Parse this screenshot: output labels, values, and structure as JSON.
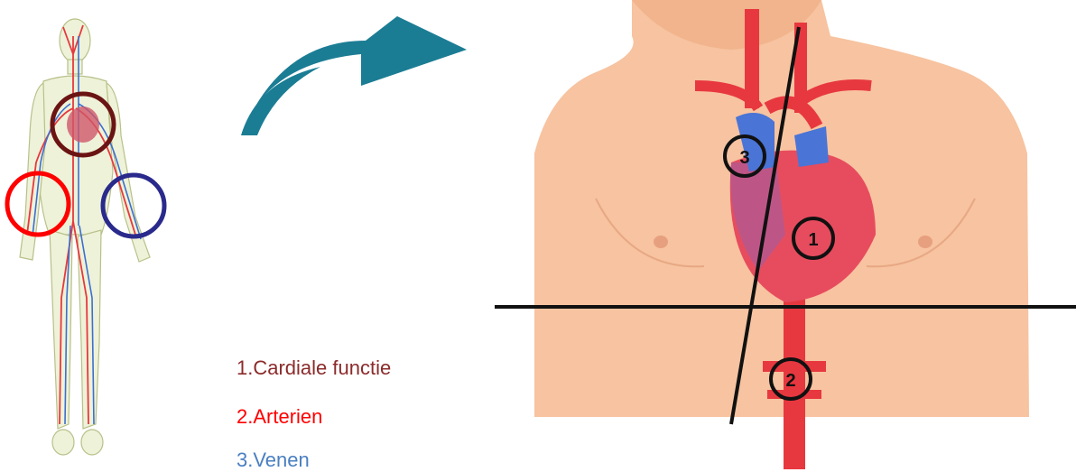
{
  "legend": {
    "items": [
      {
        "label": "1.Cardiale functie",
        "color": "#8b2b2b"
      },
      {
        "label": "2.Arterien",
        "color": "#ff0000"
      },
      {
        "label": "3.Venen",
        "color": "#4a7fc1"
      }
    ]
  },
  "chest_markers": [
    "1",
    "2",
    "3"
  ],
  "colors": {
    "arrow": "#1b7d94",
    "skin": "#f7c3a0",
    "artery": "#e8383f",
    "vein": "#3c6fd0",
    "heart_circle": "#6b1414",
    "arm_circle_left": "#ff0000",
    "arm_circle_right": "#2a2a8c"
  }
}
